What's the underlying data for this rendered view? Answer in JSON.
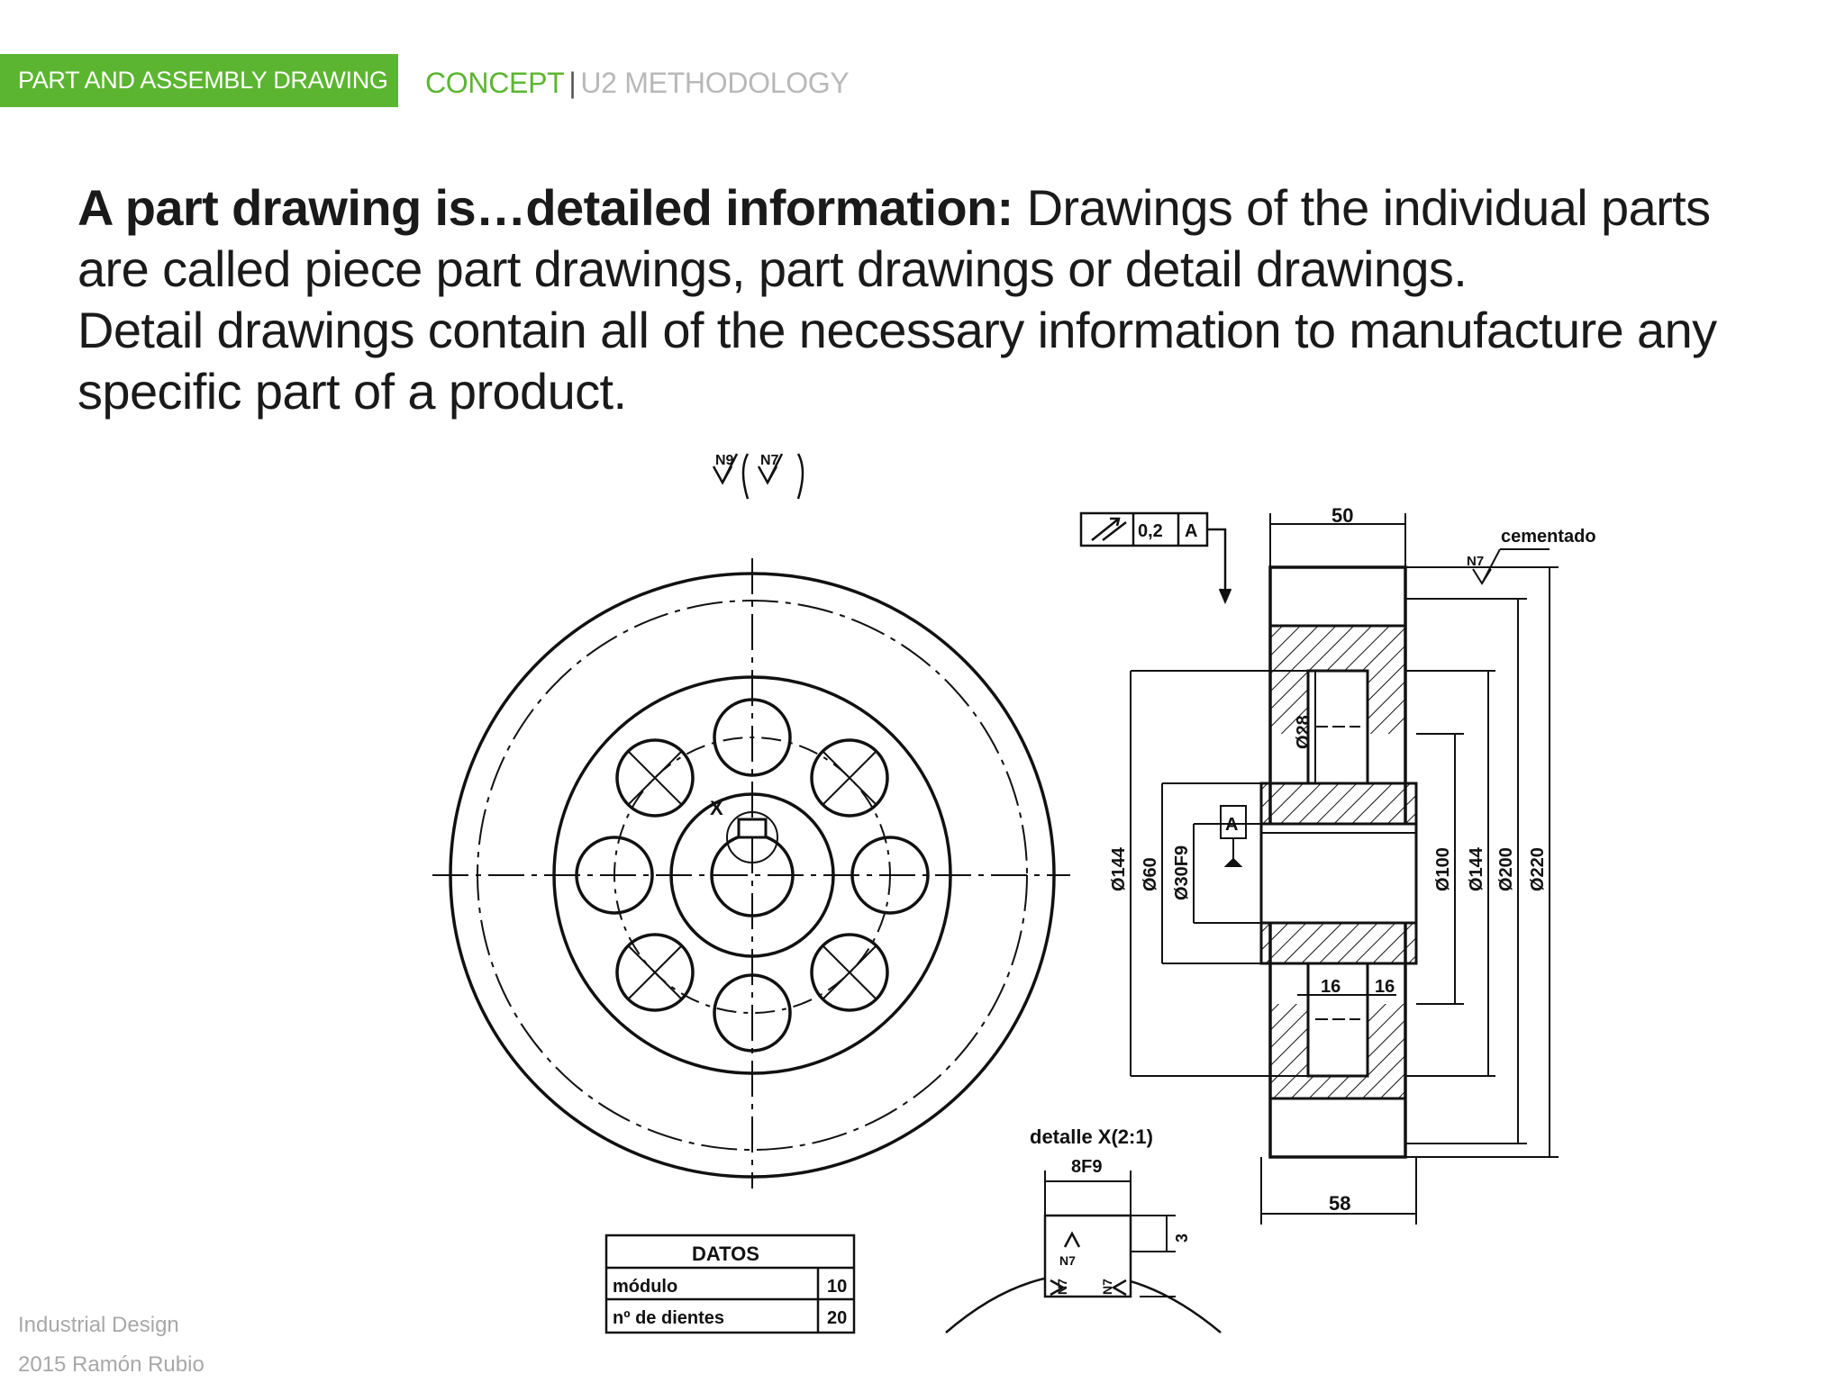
{
  "header": {
    "section_tag": "PART AND ASSEMBLY DRAWING",
    "crumb_active": "CONCEPT",
    "crumb_separator": "|",
    "crumb_inactive": "U2 METHODOLOGY"
  },
  "content": {
    "lead_bold": "A part drawing is…detailed information:",
    "lead_rest": " Drawings of the individual parts are called piece part drawings, part drawings or detail drawings.",
    "second": "Detail drawings contain all of the necessary information to manufacture any specific part of a product."
  },
  "drawing": {
    "surface_marks": {
      "n9": "N9",
      "n7": "N7"
    },
    "tolerance": {
      "value": "0,2",
      "datum": "A"
    },
    "dims": {
      "width_top": "50",
      "width_bottom": "58",
      "hole": "Ø28",
      "d144_left": "Ø144",
      "d60": "Ø60",
      "d30": "Ø30F9",
      "d100": "Ø100",
      "d144_right": "Ø144",
      "d200": "Ø200",
      "d220": "Ø220",
      "web_left": "16",
      "web_right": "16"
    },
    "datum_label": "A",
    "note_cementado": "cementado",
    "n7_right": "N7",
    "center_mark": "X",
    "detail": {
      "title": "detalle X(2:1)",
      "keyway": "8F9",
      "depth": "3",
      "n7_top": "N7",
      "n7_left": "N7",
      "n7_right": "N7"
    },
    "table": {
      "title": "DATOS",
      "rows": [
        {
          "label": "módulo",
          "value": "10"
        },
        {
          "label": "nº de dientes",
          "value": "20"
        }
      ]
    }
  },
  "footer": {
    "line1": "Industrial Design",
    "line2": "2015 Ramón Rubio"
  }
}
